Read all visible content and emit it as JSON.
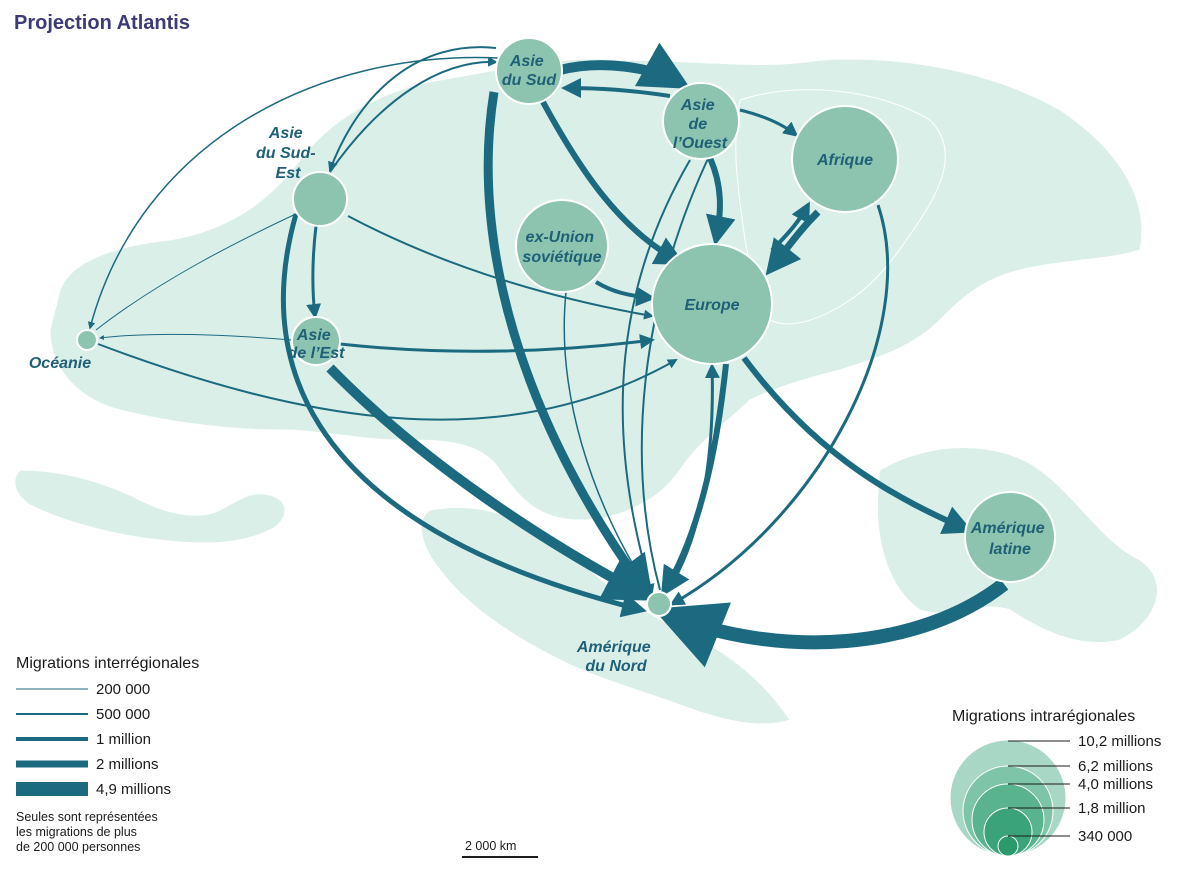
{
  "title": "Projection Atlantis",
  "colors": {
    "land": "#dbefe9",
    "flow_dark": "#1b6a80",
    "node_fill": "#8cc4b0",
    "node_stroke": "#ffffff",
    "label": "#1f6077",
    "title": "#3d3a78"
  },
  "regions": {
    "asie_du_sud": [
      "Asie",
      "du Sud"
    ],
    "asie_de_ouest": [
      "Asie",
      "de",
      "l’Ouest"
    ],
    "afrique": [
      "Afrique"
    ],
    "asie_du_sud_est": [
      "Asie",
      "du Sud-",
      "Est"
    ],
    "ex_urss": [
      "ex-Union",
      "soviétique"
    ],
    "europe": [
      "Europe"
    ],
    "asie_de_est": [
      "Asie",
      "de l’Est"
    ],
    "oceanie": [
      "Océanie"
    ],
    "amerique_latine": [
      "Amérique",
      "latine"
    ],
    "amerique_du_nord": [
      "Amérique",
      "du Nord"
    ]
  },
  "legend_inter": {
    "title": "Migrations interrégionales",
    "items": [
      "200 000",
      "500 000",
      "1 million",
      "2 millions",
      "4,9 millions"
    ],
    "note": [
      "Seules sont représentées",
      "les migrations de plus",
      "de 200 000 personnes"
    ]
  },
  "legend_intra": {
    "title": "Migrations intrarégionales",
    "items": [
      "10,2 millions",
      "6,2 millions",
      "4,0 millions",
      "1,8 million",
      "340 000"
    ]
  },
  "scale_bar": "2 000 km"
}
